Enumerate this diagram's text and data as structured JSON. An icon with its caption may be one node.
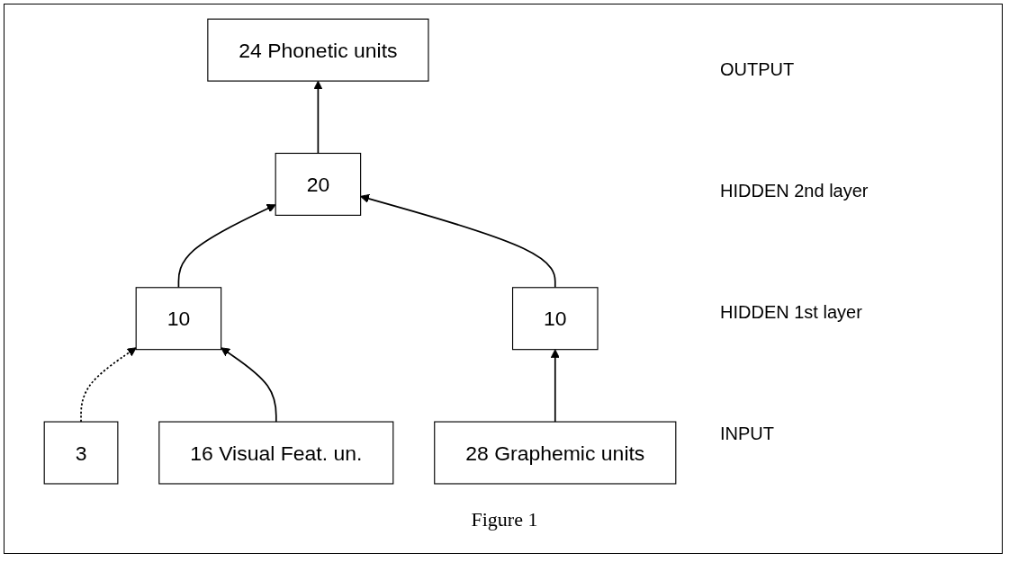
{
  "diagram": {
    "caption": "Figure 1",
    "nodes": [
      {
        "text": [
          "24 Phonetic units"
        ]
      },
      {
        "text": [
          "20"
        ]
      },
      {
        "text": [
          "10"
        ]
      },
      {
        "text": [
          "10"
        ]
      },
      {
        "text": [
          "3"
        ]
      },
      {
        "text": [
          "16 Visual Feat. un."
        ]
      },
      {
        "text": [
          "28 Graphemic units"
        ]
      }
    ],
    "edges": [
      {
        "from": 1,
        "to": 0,
        "arrow": "to"
      },
      {
        "from": 2,
        "to": 1,
        "arrow": "to"
      },
      {
        "from": 3,
        "to": 1,
        "arrow": "to"
      },
      {
        "from": 4,
        "to": 2,
        "arrow": "to",
        "style": "dashed"
      },
      {
        "from": 5,
        "to": 2,
        "arrow": "to"
      },
      {
        "from": 6,
        "to": 3,
        "arrow": "to"
      }
    ],
    "labels": [
      "OUTPUT",
      "HIDDEN 2nd layer",
      "HIDDEN 1st layer",
      "INPUT"
    ]
  }
}
